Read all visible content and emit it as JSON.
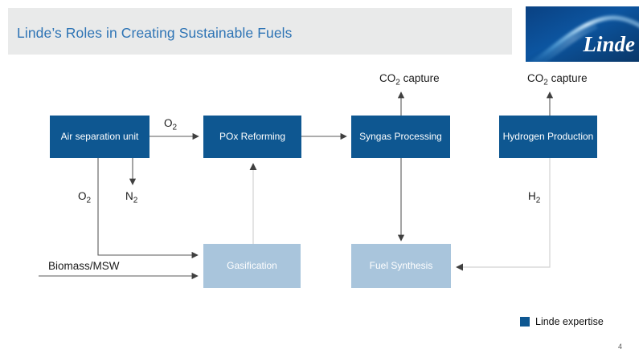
{
  "slide": {
    "title": "Linde’s Roles in Creating Sustainable Fuels",
    "page_number": "4"
  },
  "logo": {
    "wordmark": "Linde"
  },
  "colors": {
    "dark_blue": "#0e5791",
    "light_blue": "#a9c5dc",
    "header_bg": "#e9eaea",
    "title_text": "#2e74b5",
    "connector": "#595959",
    "connector_light": "#d2d2d2"
  },
  "diagram": {
    "boxes": {
      "asu": "Air separation unit",
      "pox": "POx Reforming",
      "syngas": "Syngas Processing",
      "hydrogen": "Hydrogen Production",
      "gasification": "Gasification",
      "fuel": "Fuel Synthesis"
    },
    "labels": {
      "o2_arrow": {
        "main": "O",
        "sub": "2"
      },
      "o2_feed": {
        "main": "O",
        "sub": "2"
      },
      "n2_vent": {
        "main": "N",
        "sub": "2"
      },
      "h2_feed": {
        "main": "H",
        "sub": "2"
      },
      "co2_syngas": {
        "main": "CO",
        "sub": "2",
        "suffix": " capture"
      },
      "co2_hydrogen": {
        "main": "CO",
        "sub": "2",
        "suffix": " capture"
      },
      "biomass": "Biomass/MSW"
    }
  },
  "legend": {
    "label": "Linde expertise"
  }
}
